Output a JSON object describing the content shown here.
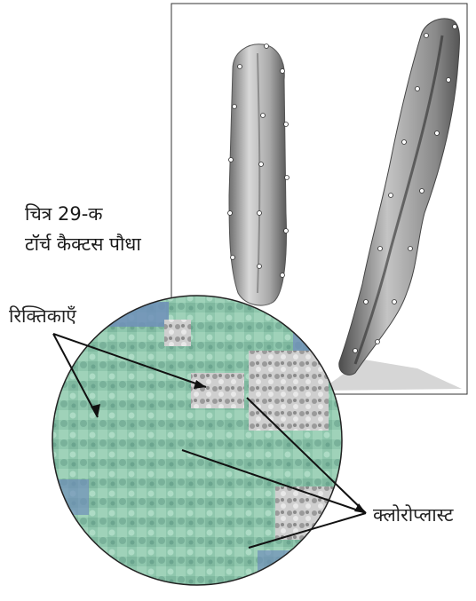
{
  "figure": {
    "number": "चित्र 29-क",
    "title": "टॉर्च कैक्टस पौधा"
  },
  "labels": {
    "vacuoles": "रिक्तिकाएँ",
    "chloroplasts": "क्लोरोप्लास्ट"
  },
  "colors": {
    "cell_fill": "#8fc7ad",
    "cell_dark": "#5f9c86",
    "vacuole_grey": "#c9c9c9",
    "corner_blue": "#6f8fb9",
    "plant_grey": "#9e9e9e"
  }
}
